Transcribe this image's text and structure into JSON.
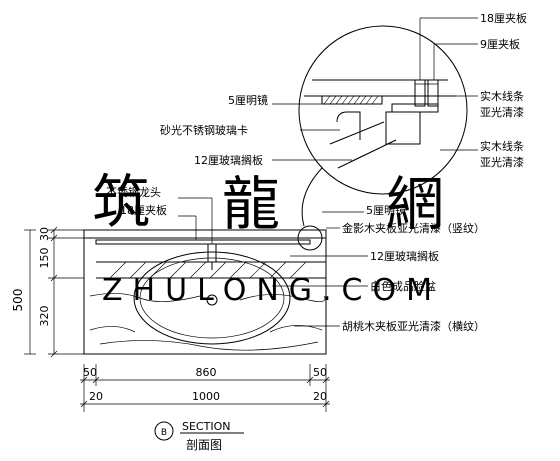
{
  "labels": {
    "top_18mm_board": "18厘夹板",
    "top_9mm_board": "9厘夹板",
    "mirror_5mm_detail": "5厘明镜",
    "solid_wood_trim_1": "实木线条",
    "matte_varnish_1": "亚光清漆",
    "brushed_steel_clip": "砂光不锈钢玻璃卡",
    "solid_wood_trim_2": "实木线条",
    "matte_varnish_2": "亚光清漆",
    "tempered_glass_detail": "12厘玻璃搁板",
    "steel_faucet": "不锈钢龙头",
    "board_18mm": "18厘夹板",
    "mirror_5mm": "5厘明镜",
    "veneer_vertical": "金影木夹板亚光清漆（竖纹）",
    "tempered_glass": "12厘玻璃搁板",
    "white_basin": "白色成品脸盆",
    "veneer_horizontal": "胡桃木夹板亚光清漆（横纹）"
  },
  "dimensions": {
    "height_total": "500",
    "height_30": "30",
    "height_150": "150",
    "height_320": "320",
    "width_50_left": "50",
    "width_860": "860",
    "width_50_right": "50",
    "width_20_left": "20",
    "width_1000": "1000",
    "width_20_right": "20"
  },
  "title": {
    "marker": "B",
    "section": "SECTION",
    "subtitle": "剖面图"
  },
  "watermark": {
    "chars": [
      "筑",
      "龍",
      "網"
    ],
    "latin": "ZHULONG.COM"
  }
}
